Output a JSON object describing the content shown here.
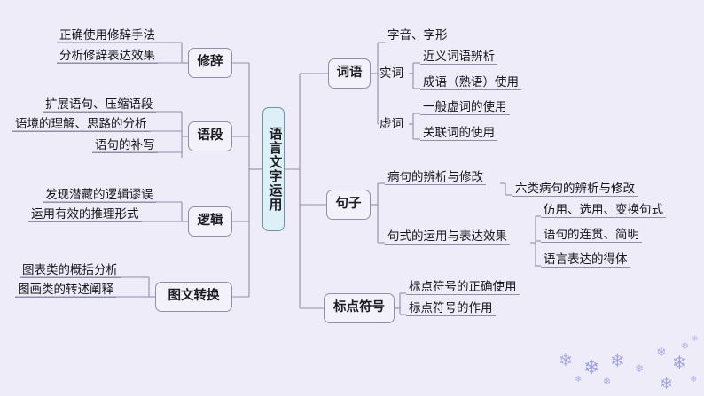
{
  "diagram": {
    "type": "mind-map",
    "title": "语言文字运用",
    "background_color": "#edecf8",
    "center": {
      "label": "语言文字运用",
      "fill": "#ddf0f7",
      "stroke": "#6f93a6",
      "orientation": "vertical"
    },
    "left_branches": [
      {
        "id": "xiuci",
        "label": "修辞",
        "leaves": [
          "正确使用修辞手法",
          "分析修辞表达效果"
        ]
      },
      {
        "id": "yuduan",
        "label": "语段",
        "leaves": [
          "扩展语句、压缩语段",
          "语境的理解、思路的分析",
          "语句的补写"
        ]
      },
      {
        "id": "luoji",
        "label": "逻辑",
        "leaves": [
          "发现潜藏的逻辑谬误",
          "运用有效的推理形式"
        ]
      },
      {
        "id": "tuwen",
        "label": "图文转换",
        "leaves": [
          "图表类的概括分析",
          "图画类的转述阐释"
        ]
      }
    ],
    "right_branches": [
      {
        "id": "ciyu",
        "label": "词语",
        "leaves": [
          "字音、字形"
        ],
        "groups": [
          {
            "label": "实词",
            "leaves": [
              "近义词语辨析",
              "成语（熟语）使用"
            ]
          },
          {
            "label": "虚词",
            "leaves": [
              "一般虚词的使用",
              "关联词的使用"
            ]
          }
        ]
      },
      {
        "id": "juzi",
        "label": "句子",
        "leaves": [
          "病句的辨析与修改",
          "句式的运用与表达效果"
        ],
        "sub": [
          {
            "parent": "病句的辨析与修改",
            "leaves": [
              "六类病句的辨析与修改"
            ]
          },
          {
            "parent": "句式的运用与表达效果",
            "leaves": [
              "仿用、选用、变换句式",
              "语句的连贯、简明",
              "语言表达的得体"
            ]
          }
        ]
      },
      {
        "id": "biaodian",
        "label": "标点符号",
        "leaves": [
          "标点符号的正确使用",
          "标点符号的作用"
        ]
      }
    ],
    "decoration": {
      "name": "snowflakes",
      "glyph": "❄",
      "color": "#8f93dd",
      "position": "bottom-right"
    }
  }
}
